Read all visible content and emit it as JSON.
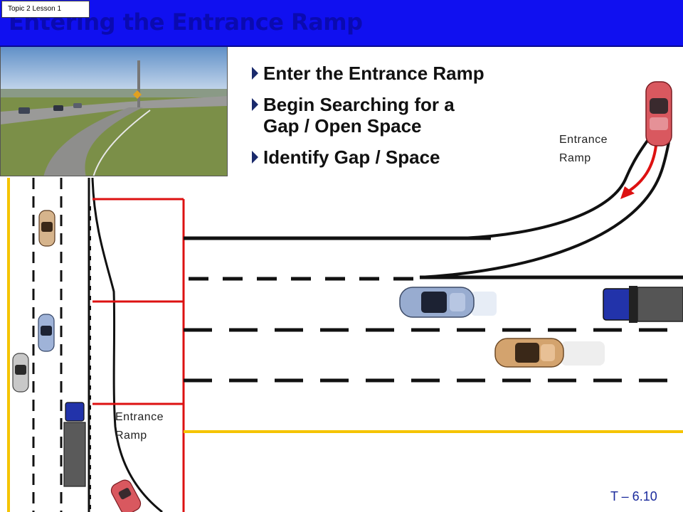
{
  "header": {
    "title": "Entering the Entrance Ramp",
    "lesson_tag": "Topic 2 Lesson 1",
    "color": "#1010f0"
  },
  "bullets": [
    "Enter the Entrance Ramp",
    "Begin Searching for a\nGap / Open Space",
    "Identify Gap / Space"
  ],
  "labels": {
    "ramp_right": "Entrance\nRamp",
    "ramp_left": "Entrance\nRamp"
  },
  "footer": {
    "slide_number": "T – 6.10"
  },
  "colors": {
    "road_line": "#111111",
    "edge_line_yellow": "#f5c400",
    "merge_zone_red": "#dd1111",
    "arrow_red": "#dd1111"
  },
  "icons": {
    "bullet": "right-triangle-marker",
    "path": "curved-arrow-icon"
  }
}
